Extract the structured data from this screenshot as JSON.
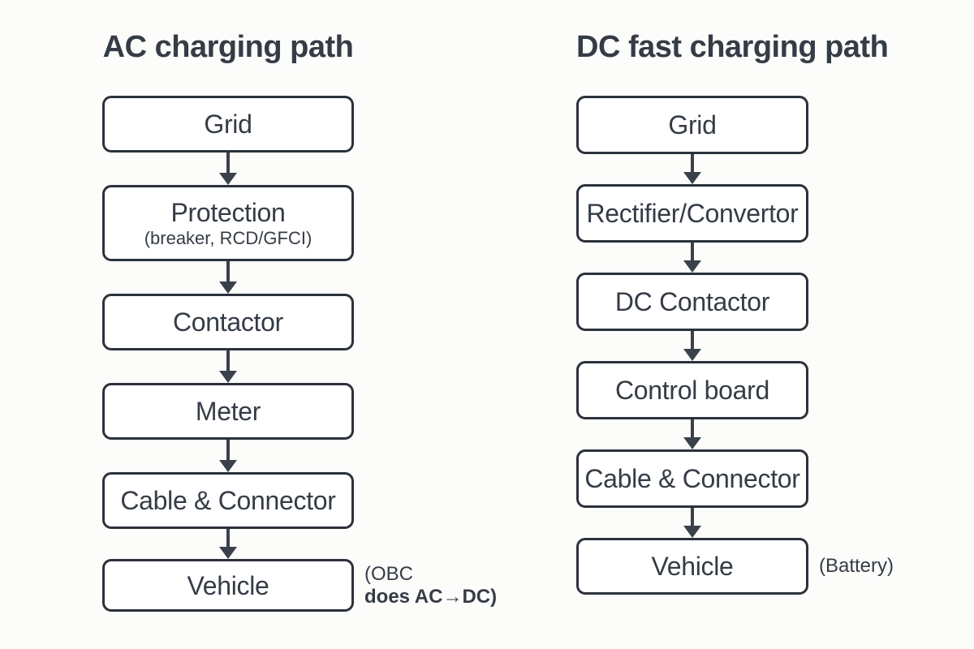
{
  "theme": {
    "page_bg": "#fcfcfb",
    "node_bg": "#ffffff",
    "border_color": "#2c323b",
    "text_color": "#353c46",
    "arrow_color": "#3a414b"
  },
  "columns": [
    {
      "title": "AC charging path",
      "nodes": [
        {
          "label": "Grid"
        },
        {
          "label": "Protection",
          "sublabel": "(breaker, RCD/GFCI)"
        },
        {
          "label": "Contactor"
        },
        {
          "label": "Meter"
        },
        {
          "label": "Cable & Connector"
        },
        {
          "label": "Vehicle",
          "annotation_line1": "(OBC",
          "annotation_line2": "does AC→DC)"
        }
      ]
    },
    {
      "title": "DC fast charging path",
      "nodes": [
        {
          "label": "Grid"
        },
        {
          "label": "Rectifier/Convertor"
        },
        {
          "label": "DC Contactor"
        },
        {
          "label": "Control board"
        },
        {
          "label": "Cable & Connector"
        },
        {
          "label": "Vehicle",
          "annotation": "(Battery)"
        }
      ]
    }
  ]
}
